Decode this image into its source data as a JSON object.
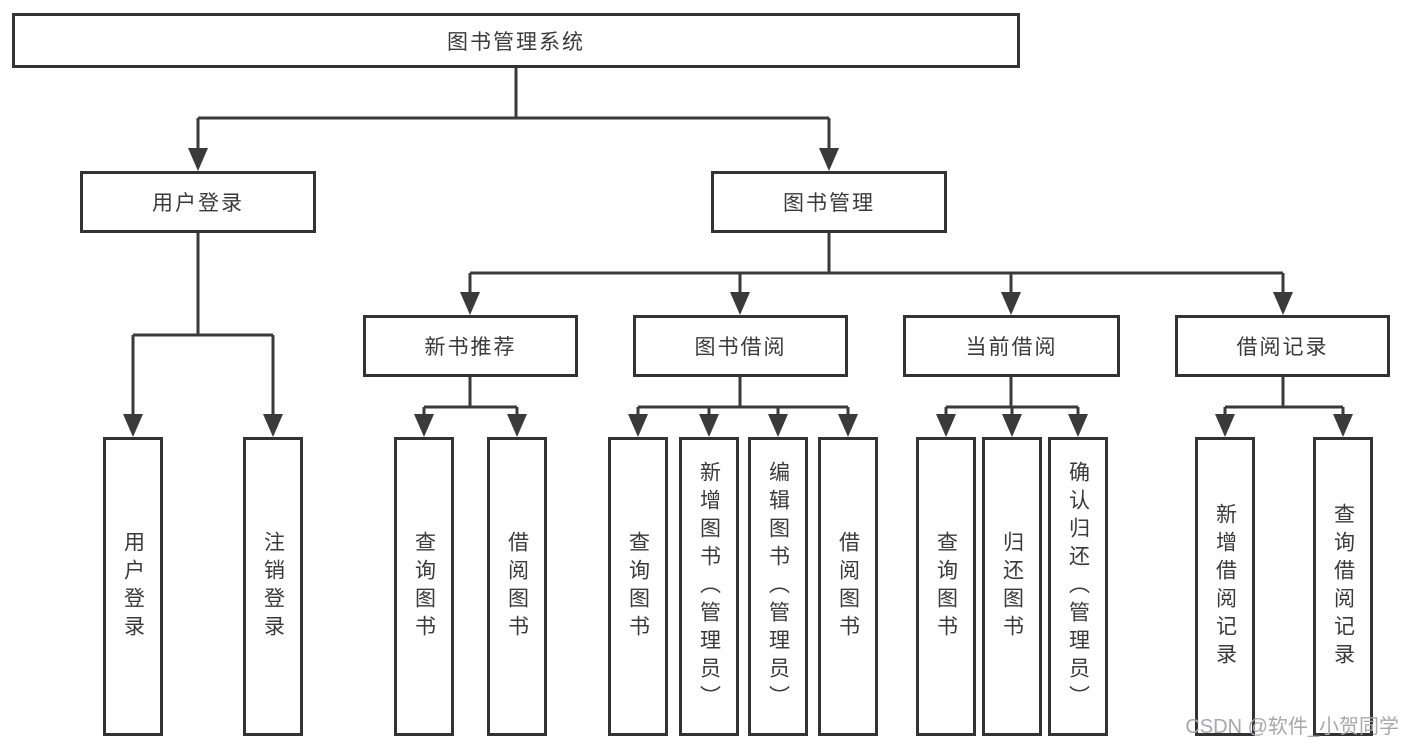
{
  "diagram": {
    "root": {
      "label": "图书管理系统"
    },
    "user_login": {
      "label": "用户登录",
      "children": [
        {
          "label": "用户登录"
        },
        {
          "label": "注销登录"
        }
      ]
    },
    "book_management": {
      "label": "图书管理",
      "sections": [
        {
          "label": "新书推荐",
          "children": [
            {
              "label": "查询图书"
            },
            {
              "label": "借阅图书"
            }
          ]
        },
        {
          "label": "图书借阅",
          "children": [
            {
              "label": "查询图书"
            },
            {
              "label": "新增图书（管理员）"
            },
            {
              "label": "编辑图书（管理员）"
            },
            {
              "label": "借阅图书"
            }
          ]
        },
        {
          "label": "当前借阅",
          "children": [
            {
              "label": "查询图书"
            },
            {
              "label": "归还图书"
            },
            {
              "label": "确认归还（管理员）"
            }
          ]
        },
        {
          "label": "借阅记录",
          "children": [
            {
              "label": "新增借阅记录"
            },
            {
              "label": "查询借阅记录"
            }
          ]
        }
      ]
    }
  },
  "watermark": {
    "text": "CSDN @软件_小贺同学"
  },
  "colors": {
    "line": "#3a3a3a",
    "box_border": "#333333",
    "text": "#3a3a3a",
    "watermark": "#a8a8ab",
    "background": "#ffffff"
  }
}
